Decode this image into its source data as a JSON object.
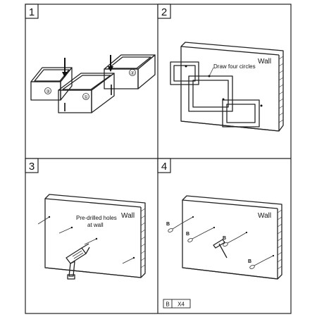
{
  "steps": [
    {
      "number": "1",
      "parts": [
        "①",
        "②",
        "③"
      ]
    },
    {
      "number": "2",
      "wall_label": "Wall",
      "note": "Draw four circles"
    },
    {
      "number": "3",
      "wall_label": "Wall",
      "note_line1": "Pre-drilled holes",
      "note_line2": "at wall"
    },
    {
      "number": "4",
      "wall_label": "Wall",
      "part_letter": "B",
      "parts_key": {
        "part": "B",
        "quantity": "X4"
      }
    }
  ],
  "colors": {
    "line": "#222222",
    "background": "#ffffff"
  },
  "icons": [
    "wooden-box-icon",
    "wall-panel-icon",
    "drill-icon",
    "hammer-icon",
    "wall-anchor-icon"
  ]
}
